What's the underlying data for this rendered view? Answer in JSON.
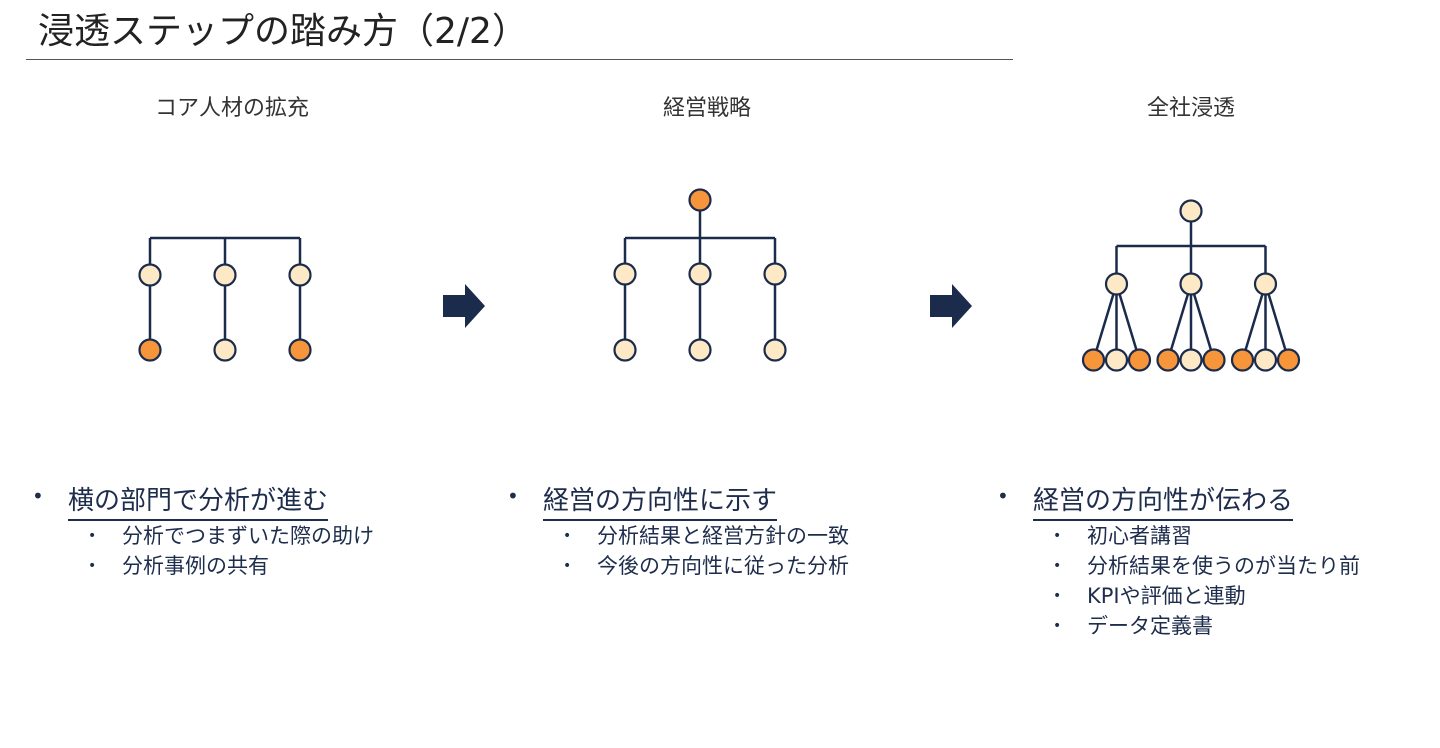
{
  "title": "浸透ステップの踏み方（2/2）",
  "colors": {
    "line": "#1b2b4b",
    "orange": "#f7953a",
    "light": "#fde9c5"
  },
  "columns": [
    {
      "heading": "コア人材の拡充",
      "main": "横の部門で分析が進む",
      "subs": [
        "分析でつまずいた際の助け",
        "分析事例の共有"
      ],
      "tree": {
        "top": null,
        "mid": [
          "light",
          "light",
          "light"
        ],
        "leaves": [
          [
            "orange"
          ],
          [
            "light"
          ],
          [
            "orange"
          ]
        ]
      }
    },
    {
      "heading": "経営戦略",
      "main": "経営の方向性に示す",
      "subs": [
        "分析結果と経営方針の一致",
        "今後の方向性に従った分析"
      ],
      "tree": {
        "top": "orange",
        "mid": [
          "light",
          "light",
          "light"
        ],
        "leaves": [
          [
            "light"
          ],
          [
            "light"
          ],
          [
            "light"
          ]
        ]
      }
    },
    {
      "heading": "全社浸透",
      "main": "経営の方向性が伝わる",
      "subs": [
        "初心者講習",
        "分析結果を使うのが当たり前",
        "KPIや評価と連動",
        "データ定義書"
      ],
      "tree": {
        "top": "light",
        "mid": [
          "light",
          "light",
          "light"
        ],
        "leaves": [
          [
            "orange",
            "light",
            "orange"
          ],
          [
            "orange",
            "light",
            "orange"
          ],
          [
            "orange",
            "light",
            "orange"
          ]
        ]
      }
    }
  ],
  "bullet": "•",
  "arrow_icon": "right-arrow-icon"
}
